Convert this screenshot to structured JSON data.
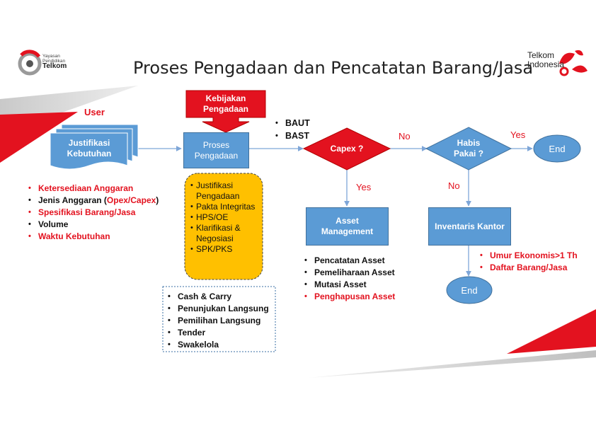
{
  "header": {
    "title": "Proses Pengadaan dan Pencatatan Barang/Jasa",
    "logo_left_line1": "Yayasan",
    "logo_left_line2": "Pendidikan",
    "logo_left_line3": "Telkom",
    "logo_right_line1": "Telkom",
    "logo_right_line2": "Indonesia"
  },
  "flow": {
    "user_label": "User",
    "justifikasi_label": "Justifikasi Kebutuhan",
    "kebijakan_label": "Kebijakan Pengadaan",
    "proses_label": "Proses Pengadaan",
    "baut_label": "BAUT",
    "bast_label": "BAST",
    "capex_label": "Capex ?",
    "capex_no_label": "No",
    "capex_yes_label": "Yes",
    "habis_label": "Habis Pakai ?",
    "habis_yes_label": "Yes",
    "habis_no_label": "No",
    "end_top_label": "End",
    "asset_label": "Asset Management",
    "inventaris_label": "Inventaris Kantor",
    "end_bottom_label": "End"
  },
  "user_list": [
    {
      "text": "Ketersediaan Anggaran"
    },
    {
      "text": "Jenis Anggaran (Opex/Capex)"
    },
    {
      "text": "Spesifikasi Barang/Jasa"
    },
    {
      "text": "Volume"
    },
    {
      "text": "Waktu Kebutuhan"
    }
  ],
  "jenis_anggaran_parts": [
    "Jenis Anggaran (",
    "Opex/Capex",
    ")"
  ],
  "proses_docs": [
    {
      "text": "Justifikasi Pengadaan"
    },
    {
      "text": "Pakta Integritas"
    },
    {
      "text": "HPS/OE"
    },
    {
      "text": "Klarifikasi & Negosiasi"
    },
    {
      "text": "SPK/PKS"
    }
  ],
  "metode_list": [
    {
      "text": "Cash & Carry"
    },
    {
      "text": "Penunjukan Langsung"
    },
    {
      "text": "Pemilihan Langsung"
    },
    {
      "text": "Tender"
    },
    {
      "text": "Swakelola"
    }
  ],
  "asset_list": [
    {
      "text": "Pencatatan Asset"
    },
    {
      "text": "Pemeliharaan Asset"
    },
    {
      "text": "Mutasi Asset"
    },
    {
      "text": "Penghapusan Asset"
    }
  ],
  "inventaris_list": [
    {
      "text": "Umur Ekonomis>1 Th"
    },
    {
      "text": "Daftar Barang/Jasa"
    }
  ],
  "colors": {
    "blue_box": "#5B9BD5",
    "red": "#E3121F",
    "orange_box": "#FFC000",
    "arrow": "#7EA6D8"
  }
}
